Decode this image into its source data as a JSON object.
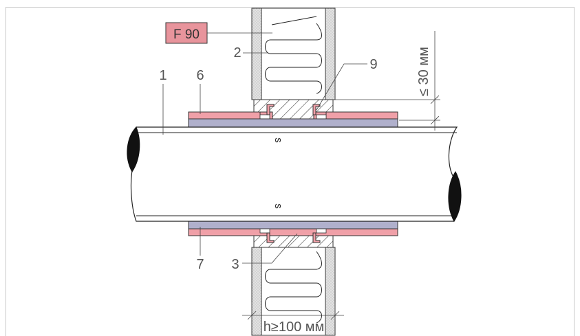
{
  "diagram": {
    "rating": "F 90",
    "labels": {
      "pipe": "1",
      "wall": "2",
      "sealant": "3",
      "collar_top": "6",
      "collar_bottom": "7",
      "fixing": "9"
    },
    "pipe_symbol": "s",
    "dimensions": {
      "projection": "≤ 30 мм",
      "wall_thickness": "h≥100 мм"
    },
    "colors": {
      "collar": "#f0a0a8",
      "wrap": "#b0b0cc",
      "rating_box": "#e8949c",
      "frame": "#c8c8c8"
    }
  }
}
